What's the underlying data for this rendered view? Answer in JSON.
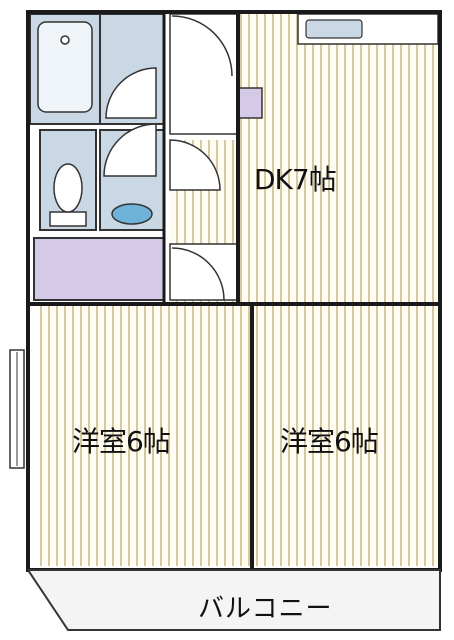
{
  "rooms": {
    "dk": {
      "label": "DK7帖"
    },
    "western_left": {
      "label": "洋室6帖"
    },
    "western_right": {
      "label": "洋室6帖"
    }
  },
  "balcony": {
    "label": "バルコニー"
  },
  "colors": {
    "floor_stripe": "#d8c8a0",
    "floor_base": "#fffdf2",
    "wet_area": "#c9d8e4",
    "storage": "#d5c9e8",
    "wall": "#1a1a1a"
  }
}
